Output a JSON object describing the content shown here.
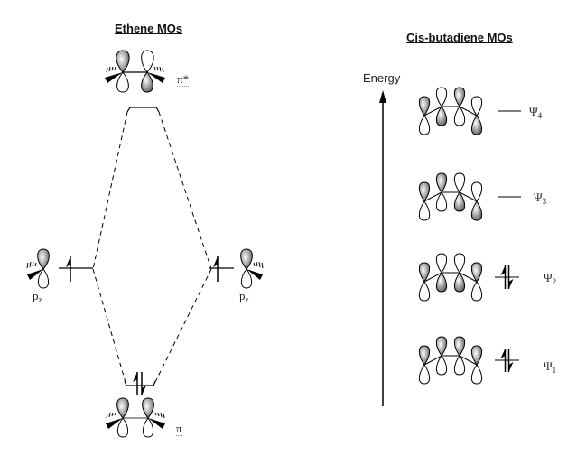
{
  "ethene": {
    "title": "Ethene MOs",
    "pi_star_label": "π*",
    "pi_label": "π",
    "pz_left": {
      "base": "p",
      "sub": "z"
    },
    "pz_right": {
      "base": "p",
      "sub": "z"
    }
  },
  "butadiene": {
    "title": "Cis-butadiene MOs",
    "axis_label": "Energy",
    "levels": [
      {
        "name": "Ψ",
        "index": "4",
        "electrons": 0
      },
      {
        "name": "Ψ",
        "index": "3",
        "electrons": 0
      },
      {
        "name": "Ψ",
        "index": "2",
        "electrons": 2
      },
      {
        "name": "Ψ",
        "index": "1",
        "electrons": 2
      }
    ]
  },
  "colors": {
    "line": "#000000",
    "lobe_fill": "#888888"
  }
}
